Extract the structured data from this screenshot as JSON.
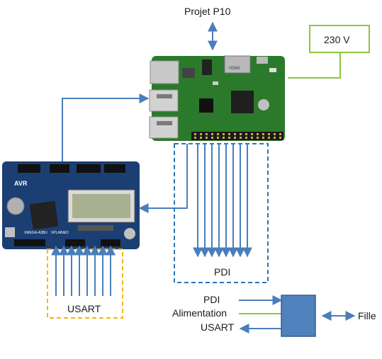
{
  "labels": {
    "project": "Projet P10",
    "power": "230 V",
    "pdi_bus": "PDI",
    "usart_bus": "USART",
    "legend_pdi": "PDI",
    "legend_alimentation": "Alimentation",
    "legend_usart": "USART",
    "fille": "Fille"
  },
  "board_markings": {
    "raspberry_hdmi": "HDMI",
    "xplained_logo": "AVR",
    "xplained_name": "XMEGA-A3BU",
    "xplained_suffix": "XPLAINED"
  },
  "colors": {
    "arrow_blue": "#4a7ebb",
    "power_green": "#8dc63f",
    "pdi_dash": "#2e75b6",
    "usart_dash": "#f5b800",
    "fille_box": "#4f81bd",
    "rpi_board": "#2b7a2b",
    "xplained_board": "#1b3f73"
  },
  "icons": [
    "raspberry-pi-board-image",
    "xmega-xplained-board-image",
    "fille-box"
  ]
}
